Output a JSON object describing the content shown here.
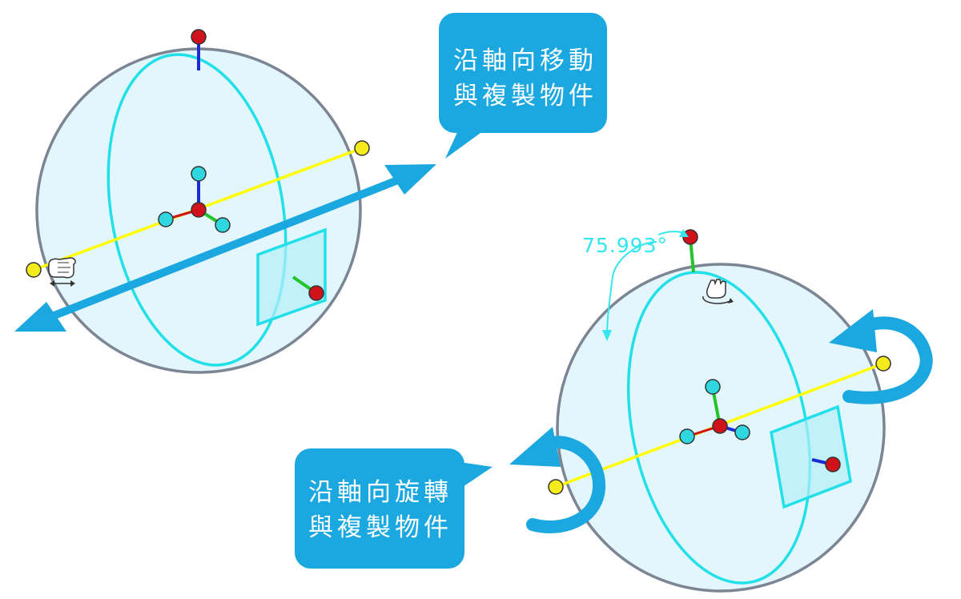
{
  "callouts": {
    "move": {
      "line1": "沿軸向移動",
      "line2": "與複製物件"
    },
    "rotate": {
      "line1": "沿軸向旋轉",
      "line2": "與複製物件"
    }
  },
  "rotation_angle": "75.993°",
  "colors": {
    "callout_bg": "#1ba7df",
    "sphere_fill": "#e3f6fc",
    "sphere_outline": "#7c8593",
    "ring": "#22e0ea",
    "axis_line": "#ffff00",
    "handle_yellow": "#f5eb1a",
    "handle_red": "#d0131b",
    "handle_cyan": "#2fd8e0",
    "handle_green": "#22c42a",
    "handle_blue": "#1a2bd8",
    "arrow": "#1ba7df",
    "angle_text": "#33e6ef"
  },
  "icons": [
    "hand-move-cursor-icon",
    "hand-rotate-cursor-icon",
    "double-arrow-move-icon",
    "rotate-arrow-icon"
  ]
}
